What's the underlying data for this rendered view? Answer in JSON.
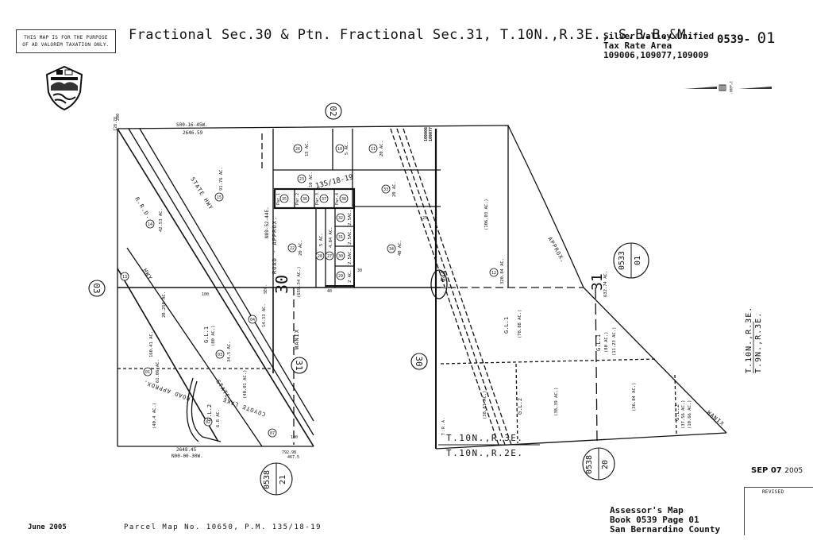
{
  "header": {
    "disclaimer_line1": "THIS MAP IS FOR THE PURPOSE",
    "disclaimer_line2": "OF AD VALOREM TAXATION ONLY.",
    "title": "Fractional Sec.30 & Ptn. Fractional Sec.31, T.10N.,R.3E., S.B.B.&M.",
    "district": "Silver Valley Unified",
    "tax_rate_label": "Tax Rate Area",
    "tax_rate_areas": "109006,109077,109009",
    "map_number_prefix": "0539-",
    "map_number_suffix": "01",
    "seal": "San Bernardino County seal",
    "scale_label": "1\"=800'"
  },
  "map": {
    "adjacent_pages": [
      {
        "label": "02",
        "pos": "top"
      },
      {
        "label": "03",
        "pos": "left"
      },
      {
        "label": "31",
        "pos": "center"
      },
      {
        "label": "30",
        "pos": "center-right"
      }
    ],
    "adjacent_books": [
      {
        "book": "0533",
        "page": "01"
      },
      {
        "book": "0538",
        "page": "21"
      },
      {
        "book": "0538",
        "page": "20"
      }
    ],
    "bearings": [
      {
        "text": "S00-16-45W.",
        "sub": "2646.59"
      },
      {
        "text": "N00-00-30W.",
        "sub": "2648.45"
      },
      {
        "text": "N89-52-44E.",
        "sub": ""
      }
    ],
    "parcels": [
      {
        "num": "15",
        "acres": "91.76 AC."
      },
      {
        "num": "14",
        "acres": "42.53 AC."
      },
      {
        "num": "13",
        "acres": ""
      },
      {
        "num": "26",
        "acres": "15 AC."
      },
      {
        "num": "10",
        "acres": "5 AC."
      },
      {
        "num": "11",
        "acres": "20 AC."
      },
      {
        "num": "23",
        "acres": "10 AC."
      },
      {
        "num": "35",
        "acres": "Par.1"
      },
      {
        "num": "36",
        "acres": "Par.2"
      },
      {
        "num": "37",
        "acres": "Par.3"
      },
      {
        "num": "38",
        "acres": "Par.4"
      },
      {
        "num": "33",
        "acres": "20 AC."
      },
      {
        "num": "22",
        "acres": "20 AC."
      },
      {
        "num": "28",
        "acres": "5 AC."
      },
      {
        "num": "27",
        "acres": "4.84 AC."
      },
      {
        "num": "32",
        "acres": "2.5AC."
      },
      {
        "num": "31",
        "acres": "2.5AC."
      },
      {
        "num": "30",
        "acres": "2.5AC."
      },
      {
        "num": "29",
        "acres": "2 AC."
      },
      {
        "num": "34",
        "acres": "40 AC."
      },
      {
        "num": "12",
        "acres": "320.84 AC."
      },
      {
        "num": "01",
        "acres": "61.06 AC."
      },
      {
        "num": "03",
        "acres": "34.5 AC."
      },
      {
        "num": "04",
        "acres": "14.33 AC."
      },
      {
        "num": "02",
        "acres": "6.8 AC."
      },
      {
        "num": "07",
        "acres": ""
      }
    ],
    "area_labels": {
      "a106": "(106.03 AC.)",
      "a632": "632.74 AC.",
      "a659": "(659.34 AC.)",
      "a160": "160.41 AC.",
      "a20": "20.258 AC.",
      "a40_4": "(40.4 AC.)",
      "a40_01": "(40.01 AC.)",
      "gl1_a": "G.L.1",
      "gl1_a_ac": "(80 AC.)",
      "gl2_a": "G.L.2",
      "gl1_b": "G.L.1",
      "gl1_b_ac": "(78.88 AC.)",
      "gl1_c": "G.L.1",
      "gl1_c_ac": "(80 AC.)",
      "gl1_c_ac2": "(11.23 AC.)",
      "gl2_b": "G.L.2",
      "gl2_c": "G.L.2",
      "a38_81": "(38.81 AC.)",
      "a38_39": "(38.39 AC.)",
      "a36_84": "(36.84 AC.)",
      "a37_56": "(37.56 AC.)",
      "a10_66": "(10.66 AC.)"
    },
    "roads": {
      "road_approx_1": "ROAD - APPROX.",
      "road_approx_2": "ROAD APPROX.",
      "hwy": "HWY",
      "state_hwy": "STATE HWY",
      "coyote_lake": "COYOTE LAKE",
      "state": "STATE",
      "wanix": "WANIX",
      "approx": "APPROX.",
      "rrd": "R.R.D.",
      "tra_label": "T.R.A."
    },
    "section_labels": {
      "sec30": "30",
      "sec31": "31",
      "sec_word": "SEC.",
      "ellipse": "044"
    },
    "pm_ref": "135/18-19",
    "township_lower_a": "T.10N.,R.3E.",
    "township_lower_b": "T.10N.,R.2E.",
    "township_right_a": "T.10N.,R.3E.",
    "township_right_b": "T.9N.,R.3E.",
    "tra_codes_a": "109006",
    "tra_codes_b": "109077",
    "dim_128": "128.78",
    "dim_200": "200",
    "dim_25": "25",
    "dim_30": "30",
    "dim_40": "40",
    "dim_100a": "100",
    "dim_100b": "100",
    "dim_792": "792.98",
    "dim_467": "467.5"
  },
  "footer": {
    "date": "June 2005",
    "parcel_map": "Parcel Map No. 10650, P.M. 135/18-19",
    "stamp_date": "SEP 07",
    "stamp_year": "2005",
    "revised_label": "REVISED",
    "assessor_line1": "Assessor's Map",
    "assessor_line2": "Book 0539 Page 01",
    "assessor_line3": "San Bernardino County"
  }
}
